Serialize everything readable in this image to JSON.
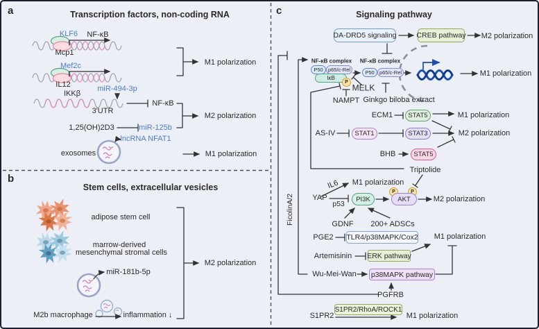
{
  "colors": {
    "background": "#edeff7",
    "border": "#1e1e32",
    "blue_text": "#4a7ec8",
    "line": "#333333",
    "dna_grey": "#a3a3af",
    "dna_pink": "#de8ab5",
    "helix_blue": "#1d4fae",
    "promoter_blue": "#1b4db3",
    "phospho_yellow": "#fbe3a3",
    "green_box": "#e7efd7",
    "purple_box": "#eee0f7",
    "blue_box": "#e9f1fa"
  },
  "panel_a": {
    "tag": "a",
    "title": "Transcription factors, non-coding RNA",
    "klf6": "KLF6",
    "nfkb_promoter": "NF-κB",
    "mcp1": "Mcp1",
    "mef2c": "Mef2c",
    "il12": "IL12",
    "ikkb": "IKKβ",
    "mir494": "miR-494-3p",
    "utr": "3'UTR",
    "nfkb_mir": "NF-κB",
    "vitd": "1,25(OH)2D3",
    "mir125b": "miR-125b",
    "exosomes": "exosomes",
    "lncrna": "lncRNA NFAT1",
    "m1_top": "M1 polarization",
    "m2_mid": "M2 polarization",
    "m1_bottom": "M1 polarization"
  },
  "panel_b": {
    "tag": "b",
    "title": "Stem cells, extracellular vesicles",
    "adipose": "adipose stem cell",
    "marrow_line1": "marrow-derived",
    "marrow_line2": "mesenchymal stromal cells",
    "mir181": "miR-181b-5p",
    "m2b": "M2b macrophage",
    "inflammation": "inflammation ↓",
    "m2": "M2 polarization"
  },
  "panel_c": {
    "tag": "c",
    "title": "Signaling pathway",
    "dadrd5": "DA-DRD5 signaling",
    "creb": "CREB pathway",
    "m2_creb": "M2 polarization",
    "complex1_label": "NF-κB complex",
    "complex2_label": "NF-κB complex",
    "p50_1": "P50",
    "p65_1": "p65/c-Rel",
    "ikb": "IκB",
    "p_ikb": "P",
    "p50_2": "P50",
    "p65_2": "p65/c-Rel",
    "melk": "MELK",
    "nampt": "NAMPT",
    "ginkgo": "Ginkgo biloba extract",
    "m1_nfkb": "M1 polarization",
    "ecm1": "ECM1",
    "stat5_top": "STAT5",
    "m1_stat": "M1 polarization",
    "asiv": "AS-IV",
    "stat1": "STAT1",
    "stat3": "STAT3",
    "m2_stat": "M2 polarization",
    "bhb": "BHB",
    "stat5_bottom": "STAT5",
    "triptolide": "Triptolide",
    "il6": "IL6",
    "m1_il6": "M1 polarization",
    "yap": "YAP",
    "p53": "p53",
    "pi3k": "PI3K",
    "akt": "AKT",
    "p_akt_left": "P",
    "p_akt_right": "P",
    "m2_akt": "M2 polarization",
    "gdnf": "GDNF",
    "adscs": "200+ ADSCs",
    "pge2": "PGE2",
    "tlr4": "TLR4/p38MAPK/Cox2",
    "m1_tlr4": "M1 polarization",
    "artemisinin": "Artemisinin",
    "erk": "ERK pathway",
    "wumeiwan": "Wu-Mei-Wan",
    "p38": "p38MAPK pathway",
    "ficolin": "FicolinA/2",
    "pgfrb": "PGFRB",
    "s1pr2": "S1PR2",
    "s1pr2_box": "S1PR2/RhoA/ROCK1",
    "m1_s1pr2": "M1 polarization"
  }
}
